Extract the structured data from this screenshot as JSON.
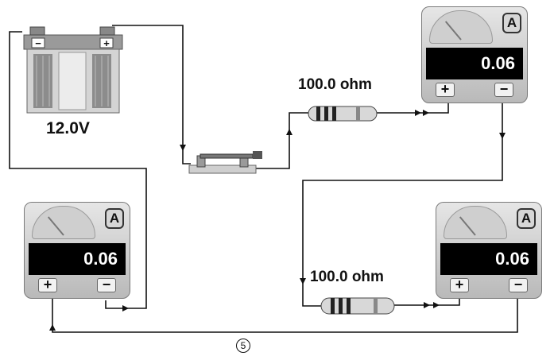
{
  "battery": {
    "voltage_label": "12.0V",
    "minus_symbol": "−",
    "plus_symbol": "+"
  },
  "resistors": [
    {
      "label": "100.0 ohm"
    },
    {
      "label": "100.0 ohm"
    }
  ],
  "ammeters": [
    {
      "reading": "0.06",
      "unit": "A",
      "plus_symbol": "+",
      "minus_symbol": "−"
    },
    {
      "reading": "0.06",
      "unit": "A",
      "plus_symbol": "+",
      "minus_symbol": "−"
    },
    {
      "reading": "0.06",
      "unit": "A",
      "plus_symbol": "+",
      "minus_symbol": "−"
    }
  ],
  "figure_number": "5",
  "colors": {
    "wire": "#111111",
    "display_background": "#000000",
    "display_text": "#ffffff"
  }
}
